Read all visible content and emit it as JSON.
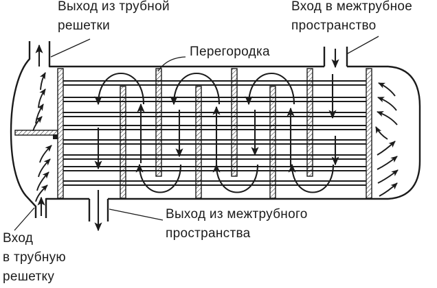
{
  "labels": {
    "tube_outlet": [
      "Выход из трубной",
      "решетки"
    ],
    "shell_inlet": [
      "Вход в межтрубное",
      "пространство"
    ],
    "baffle": "Перегородка",
    "shell_outlet": [
      "Выход из межтрубного",
      "пространства"
    ],
    "tube_inlet": [
      "Вход",
      "в трубную",
      "решетку"
    ]
  },
  "colors": {
    "line": "#1b1b1b",
    "background": "#ffffff"
  }
}
